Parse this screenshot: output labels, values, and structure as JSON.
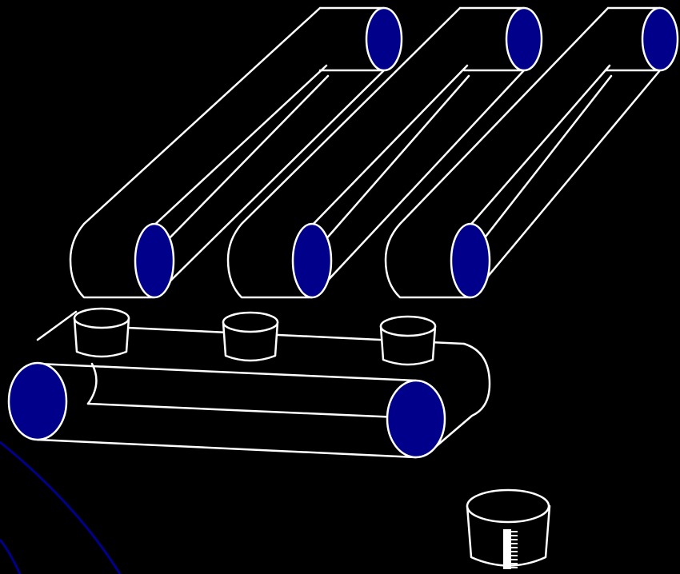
{
  "diagram": {
    "background": "#000000",
    "outline_color": "#ffffff",
    "roller_color": "#00008b",
    "feed_belts": [
      {
        "id": "feed-conveyor-1"
      },
      {
        "id": "feed-conveyor-2"
      },
      {
        "id": "feed-conveyor-3"
      }
    ],
    "hoppers": 3,
    "collector_belt": {
      "id": "collector-conveyor"
    },
    "measuring_cup": {
      "has_scale": true
    },
    "decorative_arcs": 2
  }
}
